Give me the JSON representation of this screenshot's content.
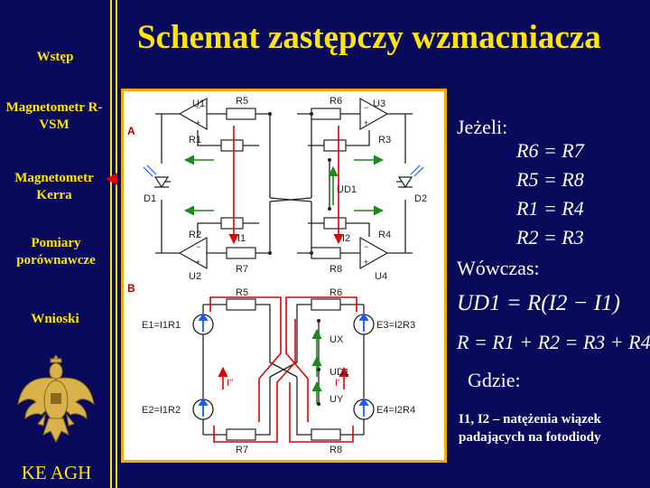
{
  "sidebar": {
    "items": [
      {
        "label": "Wstęp"
      },
      {
        "label": "Magnetometr R-VSM"
      },
      {
        "label": "Magnetometr Kerra"
      },
      {
        "label": "Pomiary porównawcze"
      },
      {
        "label": "Wnioski"
      }
    ],
    "footer": "KE AGH"
  },
  "title": "Schemat zastępczy wzmacniacza",
  "conditions": {
    "if_label": "Jeżeli:",
    "then_label": "Wówczas:",
    "where_label": "Gdzie:",
    "eq1": "R6 = R7",
    "eq2": "R5 = R8",
    "eq3": "R1 = R4",
    "eq4": "R2 = R3",
    "formula1": "UD1 = R(I2 − I1)",
    "formula2": "R = R1 + R2 = R3 + R4",
    "note": "I1, I2 – natężenia wiązek padających na fotodiody"
  },
  "diagram": {
    "section_a": "A",
    "section_b": "B",
    "a_labels": {
      "u1": "U1",
      "u2": "U2",
      "u3": "U3",
      "u4": "U4",
      "r1": "R1",
      "r2": "R2",
      "r3": "R3",
      "r4": "R4",
      "r5": "R5",
      "r6": "R6",
      "r7": "R7",
      "r8": "R8",
      "d1": "D1",
      "d2": "D2",
      "ud1": "UD1",
      "i1": "I1",
      "i2": "I2"
    },
    "b_labels": {
      "e1": "E1=I1R1",
      "e2": "E2=I1R2",
      "e3": "E3=I2R3",
      "e4": "E4=I2R4",
      "r5": "R5",
      "r6": "R6",
      "r7": "R7",
      "r8": "R8",
      "ux": "UX",
      "uy": "UY",
      "ud1": "UD1",
      "ipp": "I''",
      "ip": "I'"
    }
  },
  "colors": {
    "background": "#0a0a5c",
    "accent": "#ffe600",
    "red": "#e00000",
    "wire": "#222222"
  }
}
